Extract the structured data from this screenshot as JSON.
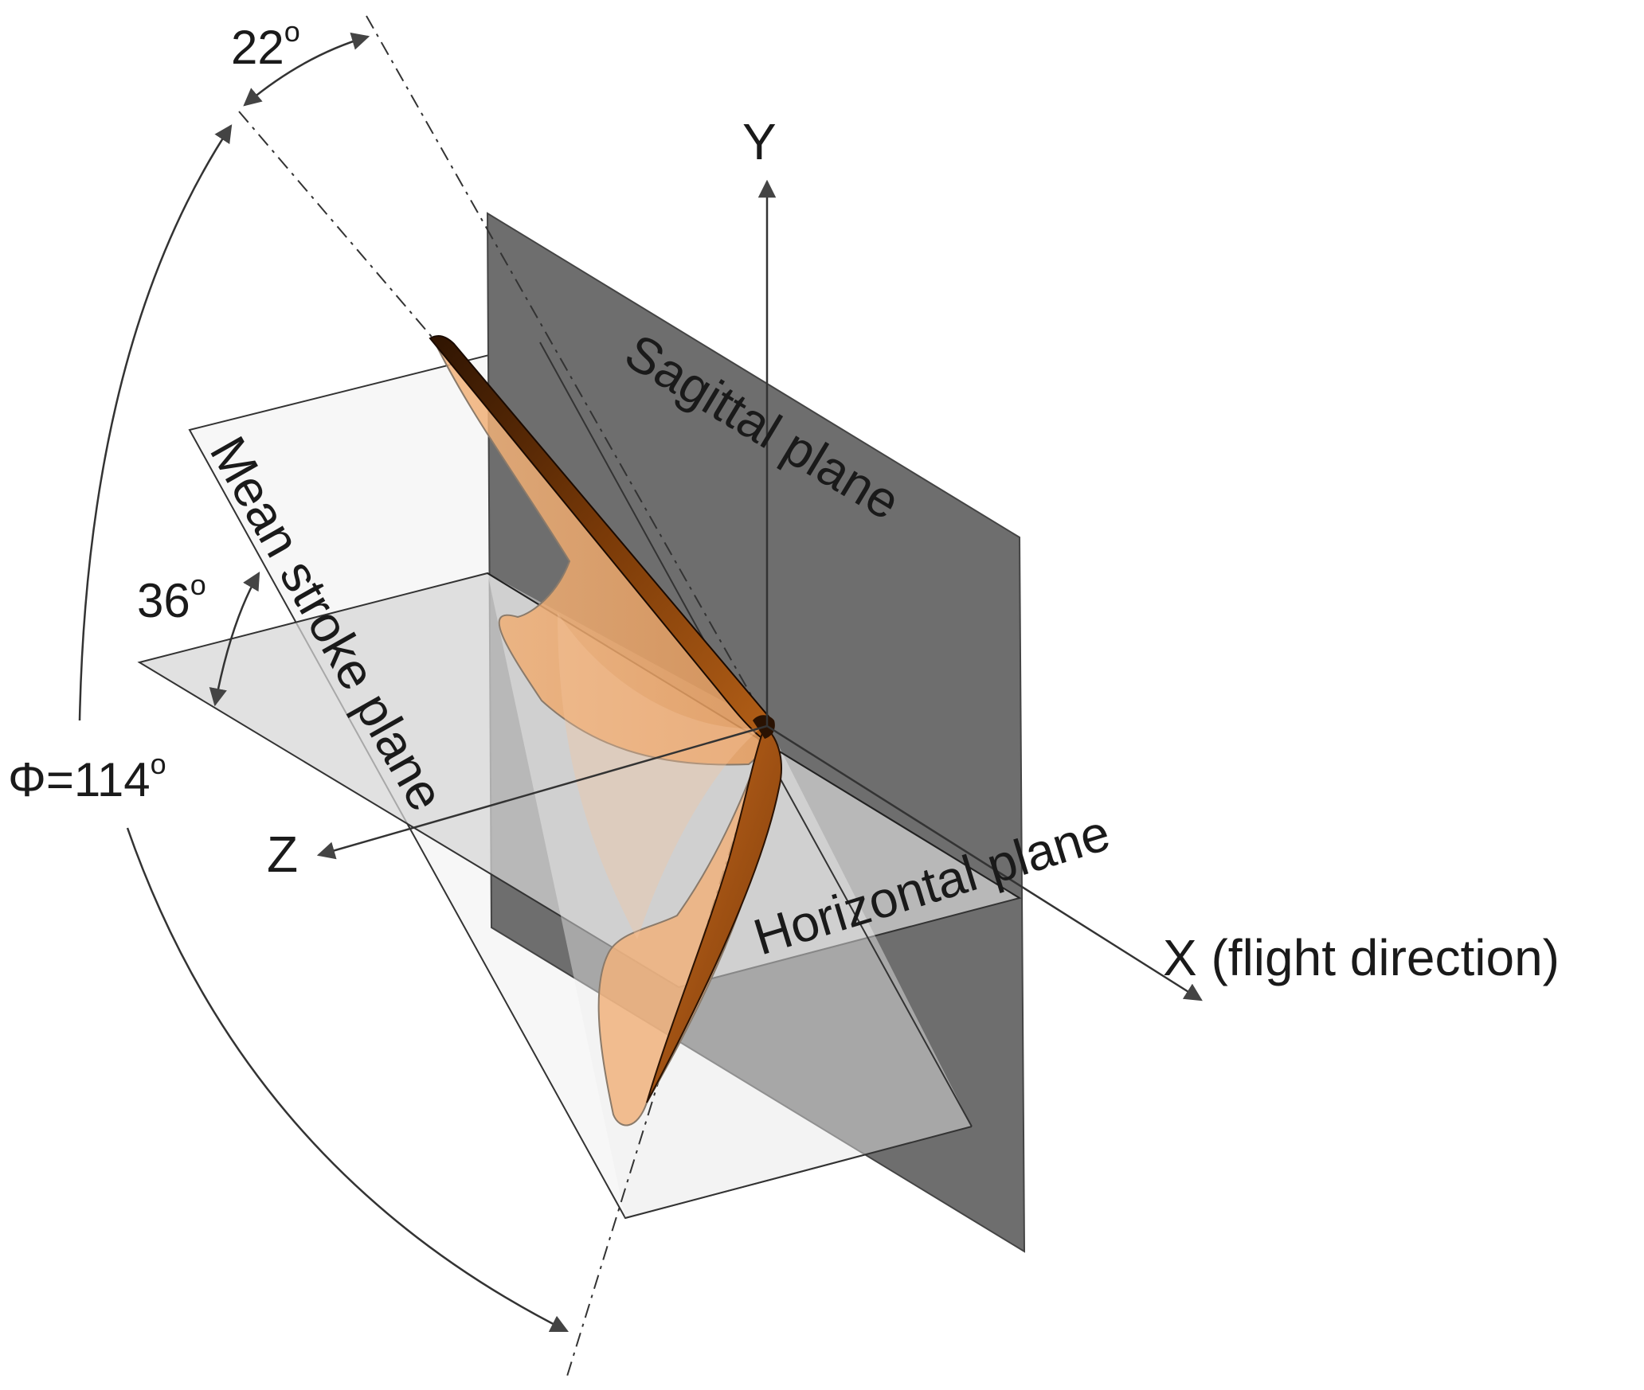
{
  "labels": {
    "angle_top": "22",
    "angle_top_unit": "o",
    "angle_stroke": "36",
    "angle_stroke_unit": "o",
    "phi_prefix": "Φ=114",
    "phi_unit": "o",
    "axis_y": "Y",
    "axis_z": "Z",
    "axis_x": "X (flight direction)",
    "sagittal_plane": "Sagittal plane",
    "horizontal_plane": "Horizontal plane",
    "mean_stroke_plane": "Mean stroke plane"
  },
  "colors": {
    "sagittal_fill": "#6e6e6e",
    "horizontal_fill": "#c8c8c8",
    "stroke_plane_fill": "#f2f2f2",
    "wing_light": "#f0b27c",
    "wing_dark": "#6b3408",
    "line": "#333333"
  }
}
